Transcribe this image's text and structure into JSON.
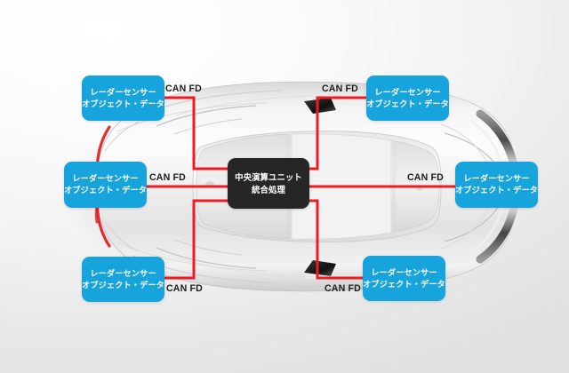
{
  "diagram": {
    "title_sr": "車載レーダーセンサー構成図",
    "accent_color": "#17a3dc",
    "bus_color": "#ed1c24",
    "center_color": "#262626",
    "background_color": "#ececec"
  },
  "center_unit": {
    "name": "central-processing-unit",
    "line1": "中央演算ユニット",
    "line2": "統合処理"
  },
  "sensor_label": {
    "line1": "レーダーセンサー",
    "line2": "オブジェクト・データ"
  },
  "sensors": [
    {
      "id": "front-left",
      "line1": "レーダーセンサー",
      "line2": "オブジェクト・データ"
    },
    {
      "id": "front-right",
      "line1": "レーダーセンサー",
      "line2": "オブジェクト・データ"
    },
    {
      "id": "middle-left",
      "line1": "レーダーセンサー",
      "line2": "オブジェクト・データ"
    },
    {
      "id": "middle-right",
      "line1": "レーダーセンサー",
      "line2": "オブジェクト・データ"
    },
    {
      "id": "rear-left",
      "line1": "レーダーセンサー",
      "line2": "オブジェクト・データ"
    },
    {
      "id": "rear-right",
      "line1": "レーダーセンサー",
      "line2": "オブジェクト・データ"
    }
  ],
  "bus_labels": {
    "front_left": "CAN FD",
    "front_right": "CAN FD",
    "middle_left": "CAN FD",
    "middle_right": "CAN FD",
    "rear_left": "CAN FD",
    "rear_right": "CAN FD"
  }
}
